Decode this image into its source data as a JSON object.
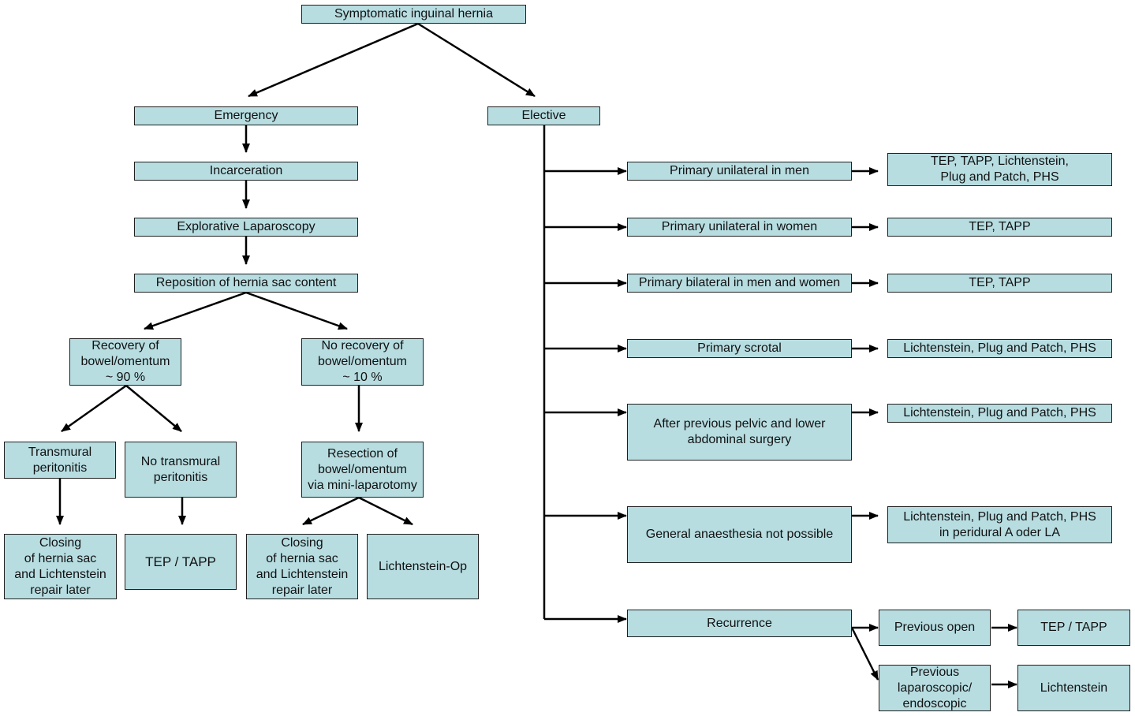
{
  "colors": {
    "node_fill": "#b7dde1",
    "node_border": "#1f1f1f",
    "arrow": "#000000"
  },
  "nodes": {
    "root": "Symptomatic inguinal hernia",
    "emergency": "Emergency",
    "elective": "Elective",
    "incarceration": "Incarceration",
    "explorative": "Explorative  Laparoscopy",
    "reposition": "Reposition  of hernia sac content",
    "recovery": "Recovery of\nbowel/omentum\n~ 90 %",
    "no_recovery": "No recovery of\nbowel/omentum\n~ 10 %",
    "transmural": "Transmural\nperitonitis",
    "no_transmural": "No transmural\nperitonitis",
    "resection": "Resection of\nbowel/omentum\nvia mini-laparotomy",
    "closing_1": "Closing\nof hernia sac\nand Lichtenstein\nrepair later",
    "tep_tapp_1": "TEP / TAPP",
    "closing_2": "Closing\nof hernia sac\nand Lichtenstein\nrepair later",
    "lichtenstein_op": "Lichtenstein-Op",
    "primary_unilateral_men": "Primary unilateral  in men",
    "primary_unilateral_women": "Primary unilateral  in women",
    "primary_bilateral": "Primary bilateral in men and women",
    "primary_scrotal": "Primary scrotal",
    "after_previous": "After previous pelvic and lower\nabdominal surgery",
    "general_anaesthesia": "General anaesthesia  not possible",
    "recurrence": "Recurrence",
    "res_men": "TEP, TAPP, Lichtenstein,\nPlug and  Patch, PHS",
    "res_women": "TEP, TAPP",
    "res_bilateral": "TEP, TAPP",
    "res_scrotal": "Lichtenstein, Plug and Patch, PHS",
    "res_after": "Lichtenstein, Plug and Patch, PHS",
    "res_general": "Lichtenstein, Plug and Patch, PHS\nin peridural A oder LA",
    "previous_open": "Previous  open",
    "previous_lap": "Previous\nlaparoscopic/\nendoscopic",
    "tep_tapp_2": "TEP / TAPP",
    "lichtenstein": "Lichtenstein"
  }
}
